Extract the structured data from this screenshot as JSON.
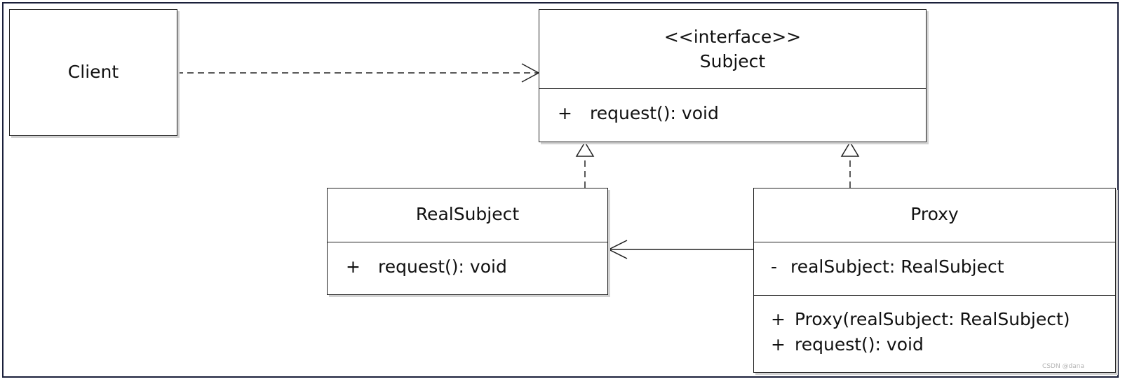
{
  "classes": {
    "client": {
      "name": "Client"
    },
    "subject": {
      "stereotype": "<<interface>>",
      "name": "Subject",
      "methods": [
        {
          "visibility": "+",
          "text": "request(): void"
        }
      ]
    },
    "real_subject": {
      "name": "RealSubject",
      "methods": [
        {
          "visibility": "+",
          "text": "request(): void"
        }
      ]
    },
    "proxy": {
      "name": "Proxy",
      "attributes": [
        {
          "visibility": "-",
          "text": "realSubject: RealSubject"
        }
      ],
      "methods": [
        {
          "visibility": "+",
          "text": "Proxy(realSubject: RealSubject)"
        },
        {
          "visibility": "+",
          "text": "request(): void"
        }
      ]
    }
  },
  "relationships": [
    {
      "from": "Client",
      "to": "Subject",
      "type": "dependency"
    },
    {
      "from": "RealSubject",
      "to": "Subject",
      "type": "realization"
    },
    {
      "from": "Proxy",
      "to": "Subject",
      "type": "realization"
    },
    {
      "from": "Proxy",
      "to": "RealSubject",
      "type": "association"
    }
  ],
  "watermark": "CSDN @dana"
}
